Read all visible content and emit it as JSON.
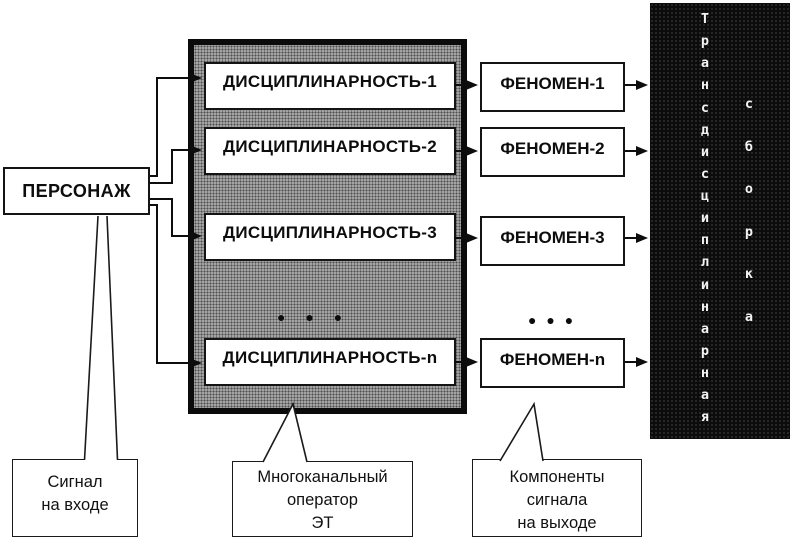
{
  "persona": {
    "label": "ПЕРСОНАЖ"
  },
  "operator": {
    "disciplines": [
      "ДИСЦИПЛИНАРНОСТЬ-1",
      "ДИСЦИПЛИНАРНОСТЬ-2",
      "ДИСЦИПЛИНАРНОСТЬ-3",
      "ДИСЦИПЛИНАРНОСТЬ-n"
    ],
    "ellipsis": "● ● ●"
  },
  "phenomena": {
    "items": [
      "ФЕНОМЕН-1",
      "ФЕНОМЕН-2",
      "ФЕНОМЕН-3",
      "ФЕНОМЕН-n"
    ],
    "ellipsis": "● ● ●"
  },
  "assembly": {
    "word1": "Трансдисциплинарная",
    "word2": "сборка"
  },
  "callouts": {
    "input": {
      "lines": [
        "Сигнал",
        "на входе"
      ]
    },
    "operator": {
      "lines": [
        "Многоканальный",
        "оператор",
        "ЭТ"
      ]
    },
    "output": {
      "lines": [
        "Компоненты",
        "сигнала",
        "на выходе"
      ]
    }
  },
  "colors": {
    "line": "#0d0d0d",
    "operator_fill": "#a6a6a6",
    "assembly_fill": "#0c0c0c",
    "box_fill": "#ffffff",
    "text": "#111111",
    "assembly_text": "#f4f4f4"
  }
}
